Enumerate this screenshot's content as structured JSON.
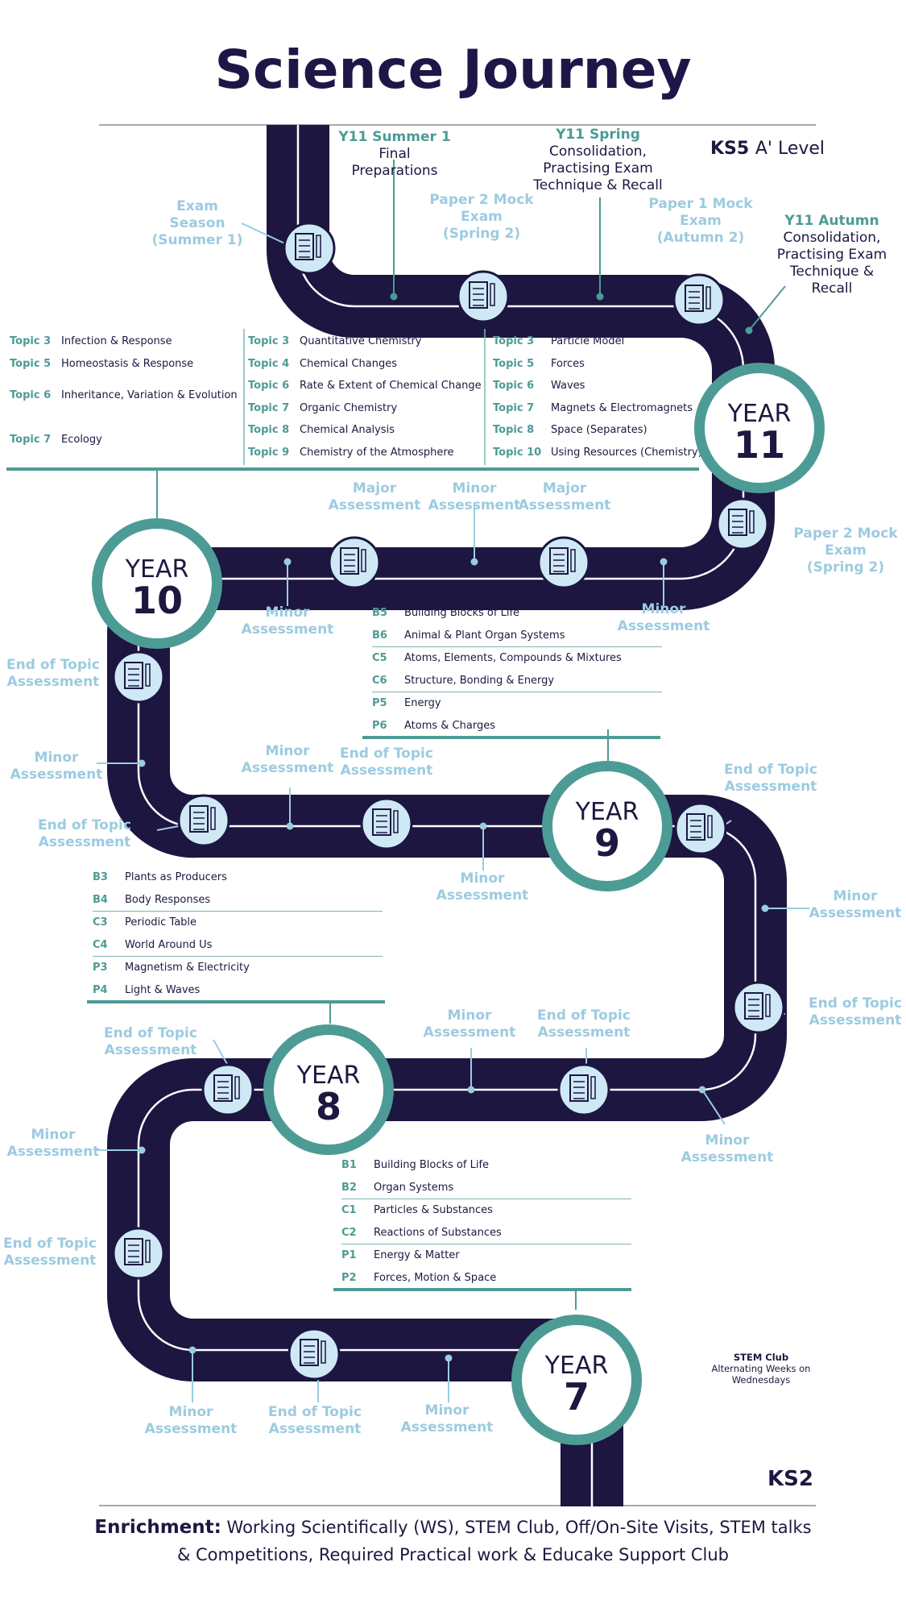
{
  "title": "Science Journey",
  "ks5": {
    "bold": "KS5",
    "rest": "A' Level"
  },
  "ks2": "KS2",
  "years": [
    {
      "word": "YEAR",
      "num": "11"
    },
    {
      "word": "YEAR",
      "num": "10"
    },
    {
      "word": "YEAR",
      "num": "9"
    },
    {
      "word": "YEAR",
      "num": "8"
    },
    {
      "word": "YEAR",
      "num": "7"
    }
  ],
  "y11": {
    "summer_head": "Y11 Summer 1",
    "summer_body": [
      "Final",
      "Preparations"
    ],
    "spring_head": "Y11 Spring",
    "spring_body": [
      "Consolidation,",
      "Practising Exam",
      "Technique & Recall"
    ],
    "autumn_head": "Y11 Autumn",
    "autumn_body": [
      "Consolidation,",
      "Practising Exam",
      "Technique &",
      "Recall"
    ]
  },
  "labels": {
    "exam_season": [
      "Exam",
      "Season",
      "(Summer 1)"
    ],
    "paper2_mock_top": [
      "Paper 2 Mock",
      "Exam",
      "(Spring 2)"
    ],
    "paper1_mock": [
      "Paper 1 Mock",
      "Exam",
      "(Autumn 2)"
    ],
    "paper2_mock_right": [
      "Paper 2 Mock",
      "Exam",
      "(Spring 2)"
    ],
    "major": [
      "Major",
      "Assessment"
    ],
    "minor": [
      "Minor",
      "Assessment"
    ],
    "eot": [
      "End of Topic",
      "Assessment"
    ]
  },
  "y11_topics": {
    "col1": [
      {
        "code": "Topic 3",
        "name": "Infection & Response"
      },
      {
        "code": "Topic 5",
        "name": "Homeostasis & Response"
      },
      {
        "code": "Topic 6",
        "name": "Inheritance, Variation & Evolution"
      },
      {
        "code": "Topic 7",
        "name": "Ecology"
      }
    ],
    "col2": [
      {
        "code": "Topic 3",
        "name": "Quantitative Chemistry"
      },
      {
        "code": "Topic 4",
        "name": "Chemical Changes"
      },
      {
        "code": "Topic 6",
        "name": "Rate & Extent of Chemical Change"
      },
      {
        "code": "Topic 7",
        "name": "Organic Chemistry"
      },
      {
        "code": "Topic 8",
        "name": "Chemical Analysis"
      },
      {
        "code": "Topic 9",
        "name": "Chemistry of the Atmosphere"
      }
    ],
    "col3": [
      {
        "code": "Topic 3",
        "name": "Particle Model"
      },
      {
        "code": "Topic 5",
        "name": "Forces"
      },
      {
        "code": "Topic 6",
        "name": "Waves"
      },
      {
        "code": "Topic 7",
        "name": "Magnets & Electromagnets"
      },
      {
        "code": "Topic 8",
        "name": "Space (Separates)"
      },
      {
        "code": "Topic 10",
        "name": "Using Resources (Chemistry)"
      }
    ]
  },
  "y10_topics": [
    {
      "code": "B5",
      "name": "Building Blocks of Life"
    },
    {
      "code": "B6",
      "name": "Animal & Plant Organ Systems"
    },
    {
      "code": "C5",
      "name": "Atoms, Elements, Compounds & Mixtures"
    },
    {
      "code": "C6",
      "name": "Structure, Bonding & Energy"
    },
    {
      "code": "P5",
      "name": "Energy"
    },
    {
      "code": "P6",
      "name": "Atoms & Charges"
    }
  ],
  "y9_topics": [
    {
      "code": "B3",
      "name": "Plants as Producers"
    },
    {
      "code": "B4",
      "name": "Body Responses"
    },
    {
      "code": "C3",
      "name": "Periodic Table"
    },
    {
      "code": "C4",
      "name": "World Around Us"
    },
    {
      "code": "P3",
      "name": "Magnetism & Electricity"
    },
    {
      "code": "P4",
      "name": "Light & Waves"
    }
  ],
  "y8_topics": [
    {
      "code": "B1",
      "name": "Building Blocks of Life"
    },
    {
      "code": "B2",
      "name": "Organ Systems"
    },
    {
      "code": "C1",
      "name": "Particles & Substances"
    },
    {
      "code": "C2",
      "name": "Reactions of Substances"
    },
    {
      "code": "P1",
      "name": "Energy & Matter"
    },
    {
      "code": "P2",
      "name": "Forces, Motion & Space"
    }
  ],
  "stem_club": {
    "title": "STEM Club",
    "lines": [
      "Alternating Weeks on",
      "Wednesdays"
    ]
  },
  "enrichment": {
    "label": "Enrichment:",
    "text": "Working Scientifically (WS), STEM Club, Off/On-Site Visits, STEM talks & Competitions, Required Practical work & Educake Support Club"
  },
  "colors": {
    "road": "#1c1640",
    "teal": "#4d9b95",
    "light_blue": "#9ccbe0",
    "icon_bg": "#cfe8f5"
  },
  "icons": [
    "exam-checklist-icon"
  ]
}
